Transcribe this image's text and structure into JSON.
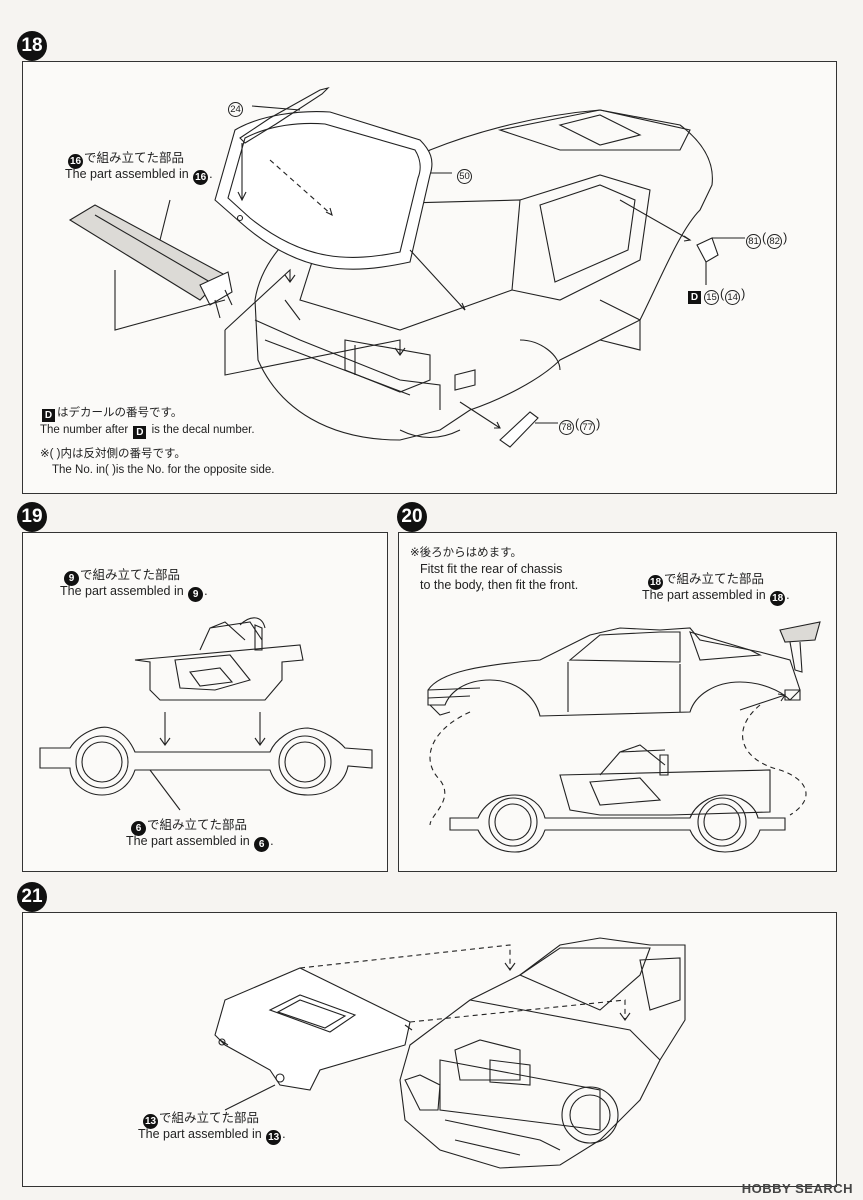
{
  "steps": {
    "s18": {
      "number": "18",
      "callout_assembled_jp_suffix": "で組み立てた部品",
      "callout_assembled_en_prefix": "The part assembled in",
      "callout_ref": "16",
      "part_24": "24",
      "part_50": "50",
      "part_81": "81",
      "part_82": "82",
      "decal_15": "15",
      "decal_14": "14",
      "part_78": "78",
      "part_77": "77",
      "decal_letter": "D",
      "note_decal_jp": "はデカールの番号です。",
      "note_decal_en_prefix": "The number after",
      "note_decal_en_suffix": "is the decal number.",
      "note_opposite_jp": "※(   )内は反対側の番号です。",
      "note_opposite_en": "The No. in(    )is the No. for the opposite side."
    },
    "s19": {
      "number": "19",
      "top_ref": "9",
      "top_jp_suffix": "で組み立てた部品",
      "top_en_prefix": "The part assembled in",
      "bottom_ref": "6",
      "bottom_jp_suffix": "で組み立てた部品",
      "bottom_en_prefix": "The part assembled in"
    },
    "s20": {
      "number": "20",
      "note_jp": "※後ろからはめます。",
      "note_en_line1": "Fitst fit the rear of chassis",
      "note_en_line2": "to the body, then fit the front.",
      "ref": "18",
      "jp_suffix": "で組み立てた部品",
      "en_prefix": "The part assembled in"
    },
    "s21": {
      "number": "21",
      "ref": "13",
      "jp_suffix": "で組み立てた部品",
      "en_prefix": "The part assembled in"
    }
  },
  "watermark": "HOBBY SEARCH"
}
